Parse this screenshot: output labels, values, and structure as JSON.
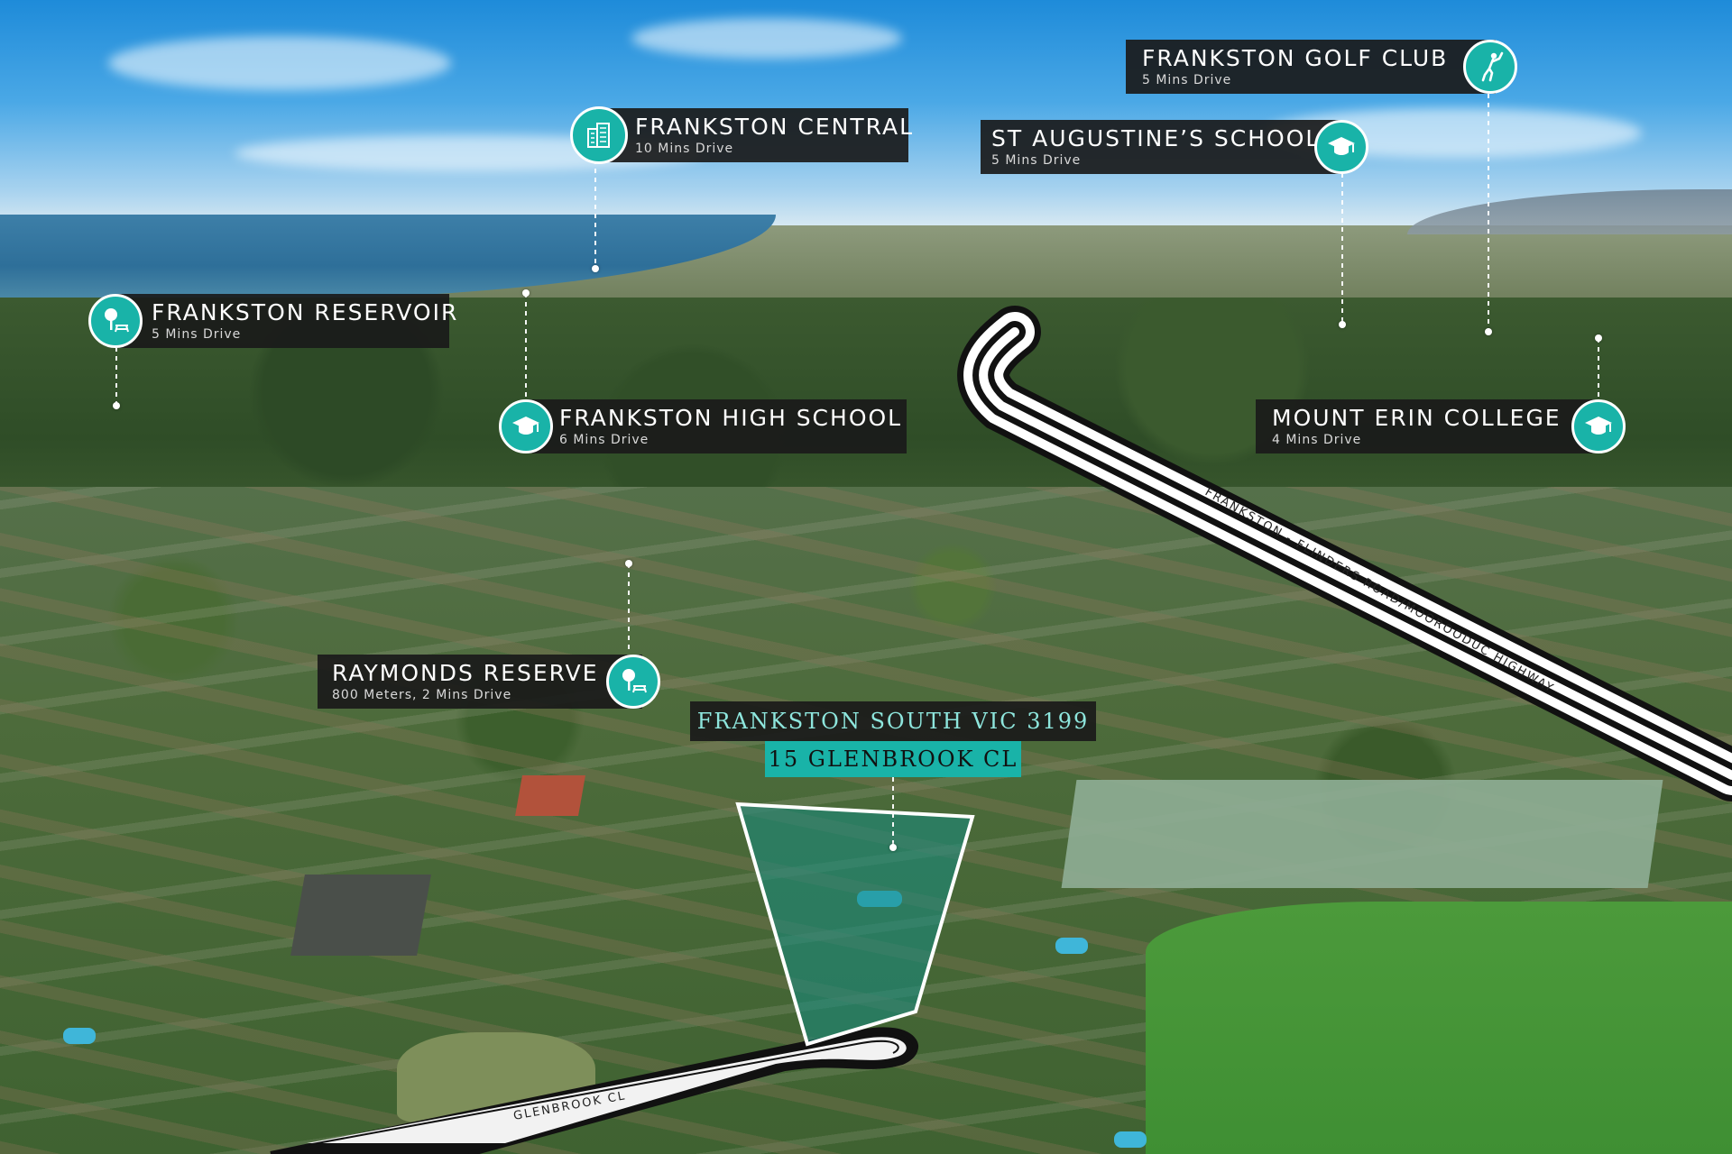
{
  "points_of_interest": [
    {
      "id": "frankston-golf-club",
      "title": "FRANKSTON GOLF CLUB",
      "subtitle": "5 Mins Drive",
      "icon": "golfer-icon"
    },
    {
      "id": "frankston-central",
      "title": "FRANKSTON CENTRAL",
      "subtitle": "10 Mins Drive",
      "icon": "building-icon"
    },
    {
      "id": "st-augustines-school",
      "title": "ST AUGUSTINE’S SCHOOL",
      "subtitle": "5 Mins Drive",
      "icon": "graduation-cap-icon"
    },
    {
      "id": "frankston-reservoir",
      "title": "FRANKSTON RESERVOIR",
      "subtitle": "5 Mins Drive",
      "icon": "park-tree-icon"
    },
    {
      "id": "frankston-high-school",
      "title": "FRANKSTON HIGH SCHOOL",
      "subtitle": "6 Mins Drive",
      "icon": "graduation-cap-icon"
    },
    {
      "id": "mount-erin-college",
      "title": "MOUNT ERIN COLLEGE",
      "subtitle": "4 Mins Drive",
      "icon": "graduation-cap-icon"
    },
    {
      "id": "raymonds-reserve",
      "title": "RAYMONDS RESERVE",
      "subtitle": "800 Meters, 2 Mins Drive",
      "icon": "park-tree-icon"
    }
  ],
  "subject_property": {
    "suburb_line": "FRANKSTON SOUTH VIC 3199",
    "address_line": "15 GLENBROOK CL"
  },
  "roads": {
    "highway": "FRANKSTON - FLINDERS ROAD/MOOROODUC HIGHWAY",
    "street": "GLENBROOK CL"
  },
  "colors": {
    "accent_teal": "#19b3a8",
    "label_background": "#1a1a1a",
    "subject_text": "#8ee6dd",
    "boundary_outline": "#ffffff"
  }
}
